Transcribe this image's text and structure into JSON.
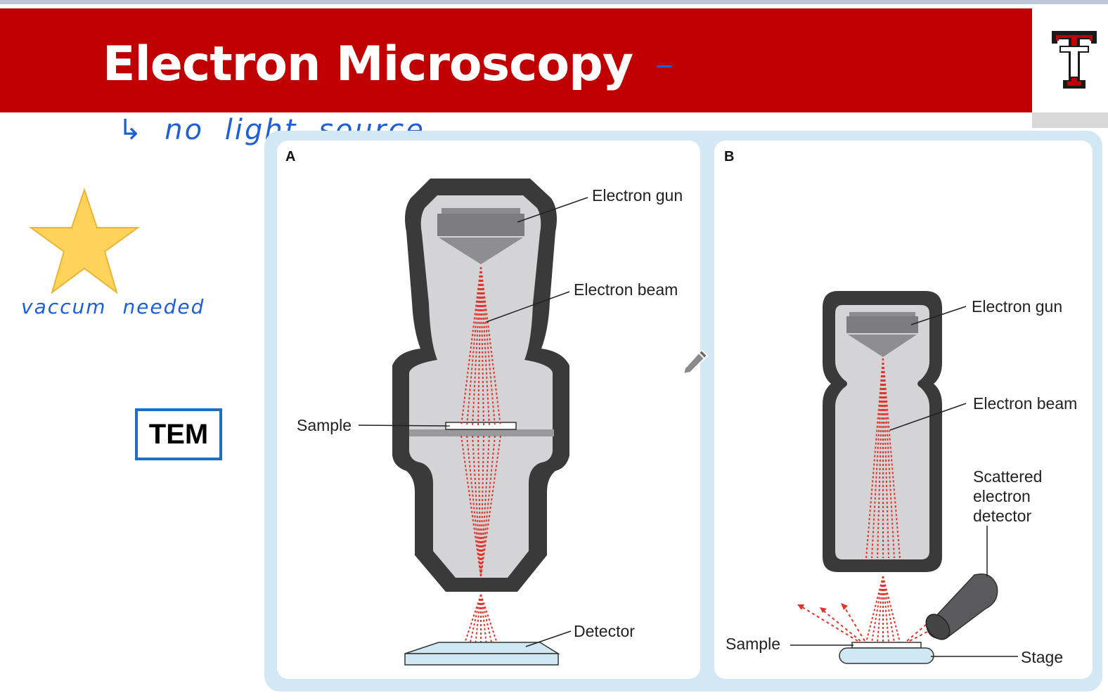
{
  "slide": {
    "title": "Electron Microscopy",
    "handwritten_note": "↳ no light source",
    "handwritten_vacuum": "vaccum needed",
    "badge": "TEM"
  },
  "figure": {
    "panel_a": {
      "letter": "A",
      "labels": {
        "gun": "Electron gun",
        "beam": "Electron beam",
        "sample": "Sample",
        "detector": "Detector"
      }
    },
    "panel_b": {
      "letter": "B",
      "labels": {
        "gun": "Electron gun",
        "beam": "Electron beam",
        "scattered": "Scattered electron detector",
        "sample": "Sample",
        "stage": "Stage"
      }
    }
  },
  "colors": {
    "banner": "#c00000",
    "frame": "#d2e9f5",
    "ink": "#1f5fd6",
    "star": "#fdd35a",
    "badge_border": "#1f6fc1",
    "beam": "#e0352b",
    "column_outline": "#3a3a3a",
    "column_fill": "#d4d4d6"
  },
  "icons": {
    "logo": "double-t-logo-icon",
    "star": "star-icon",
    "pencil": "pencil-icon"
  }
}
